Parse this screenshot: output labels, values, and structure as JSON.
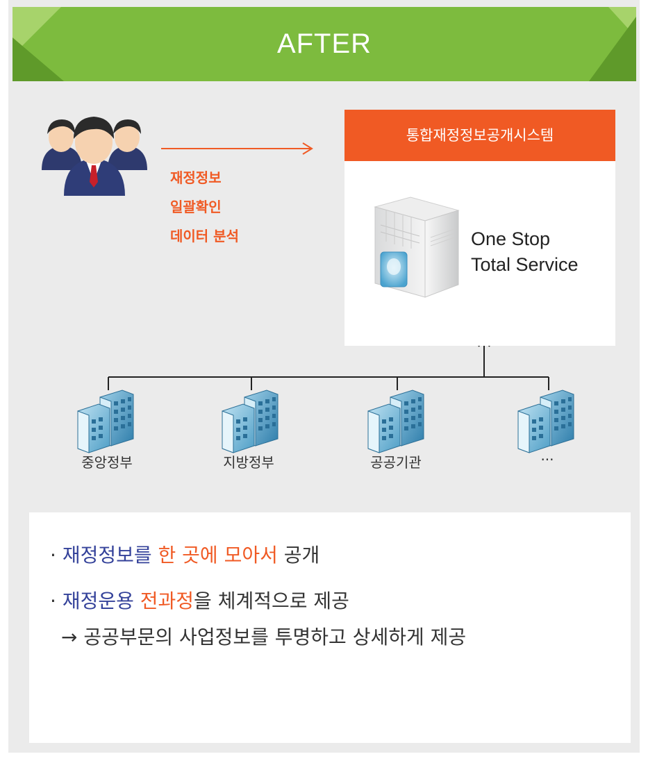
{
  "banner": {
    "title": "AFTER"
  },
  "users": {
    "labels": [
      "재정정보",
      "일괄확인",
      "데이터 분석"
    ]
  },
  "system": {
    "header": "통합재정정보공개시스템",
    "service_line1": "One Stop",
    "service_line2": "Total Service"
  },
  "orgs": [
    "중앙정부",
    "지방정부",
    "공공기관",
    "···"
  ],
  "summary": {
    "line1": {
      "bullet": "· ",
      "a": "재정정보를 ",
      "b": "한 곳에 모아서",
      "c": " 공개"
    },
    "line2": {
      "bullet": "· ",
      "a": "재정운용 ",
      "b": "전과정",
      "c": "을 체계적으로 제공"
    },
    "line3": {
      "text": "→ 공공부문의 사업정보를 투명하고 상세하게 제공"
    }
  },
  "colors": {
    "banner_green": "#7dbb3e",
    "accent_orange": "#f05a24",
    "text_blue": "#34429a",
    "background_gray": "#ebebeb"
  },
  "icons": [
    "users-group-icon",
    "server-icon",
    "building-icon",
    "arrow-right-icon",
    "arrow-up-icon"
  ]
}
